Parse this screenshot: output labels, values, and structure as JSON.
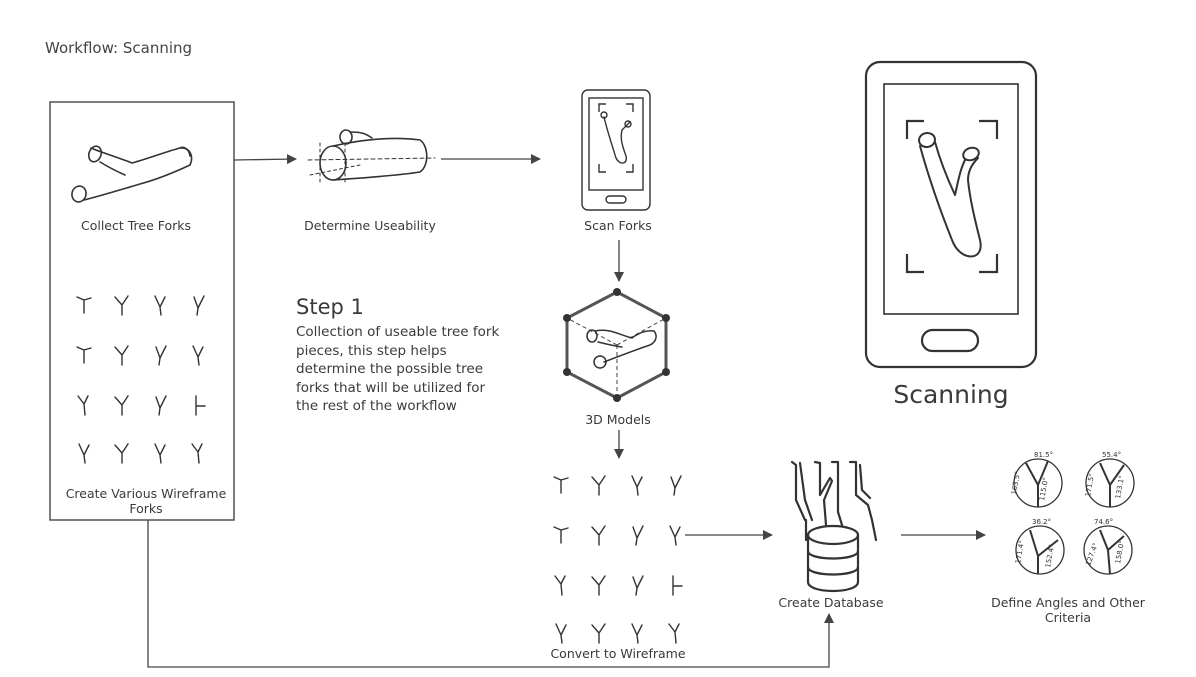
{
  "workflow": {
    "title": "Workflow: Scanning"
  },
  "nodes": {
    "collect": {
      "label": "Collect Tree Forks"
    },
    "useability": {
      "label": "Determine Useability"
    },
    "scan": {
      "label": "Scan Forks"
    },
    "models": {
      "label": "3D Models"
    },
    "wireframe_forks": {
      "label": "Create Various Wireframe Forks"
    },
    "convert": {
      "label": "Convert to Wireframe"
    },
    "database": {
      "label": "Create Database"
    },
    "angles": {
      "label": "Define Angles and Other Criteria"
    }
  },
  "step": {
    "heading": "Step 1",
    "body": "Collection of useable tree fork pieces, this step helps determine the possible tree forks that will be utilized for the rest of the workflow"
  },
  "scanning": {
    "title": "Scanning"
  },
  "angle_values": [
    "81.5°",
    "163.5°",
    "115.0°",
    "55.4°",
    "171.5°",
    "133.1°",
    "36.2°",
    "171.4°",
    "152.4°",
    "74.6°",
    "127.4°",
    "158.0°"
  ],
  "colors": {
    "line": "#444444",
    "text": "#3a3a3a",
    "background": "#ffffff"
  }
}
